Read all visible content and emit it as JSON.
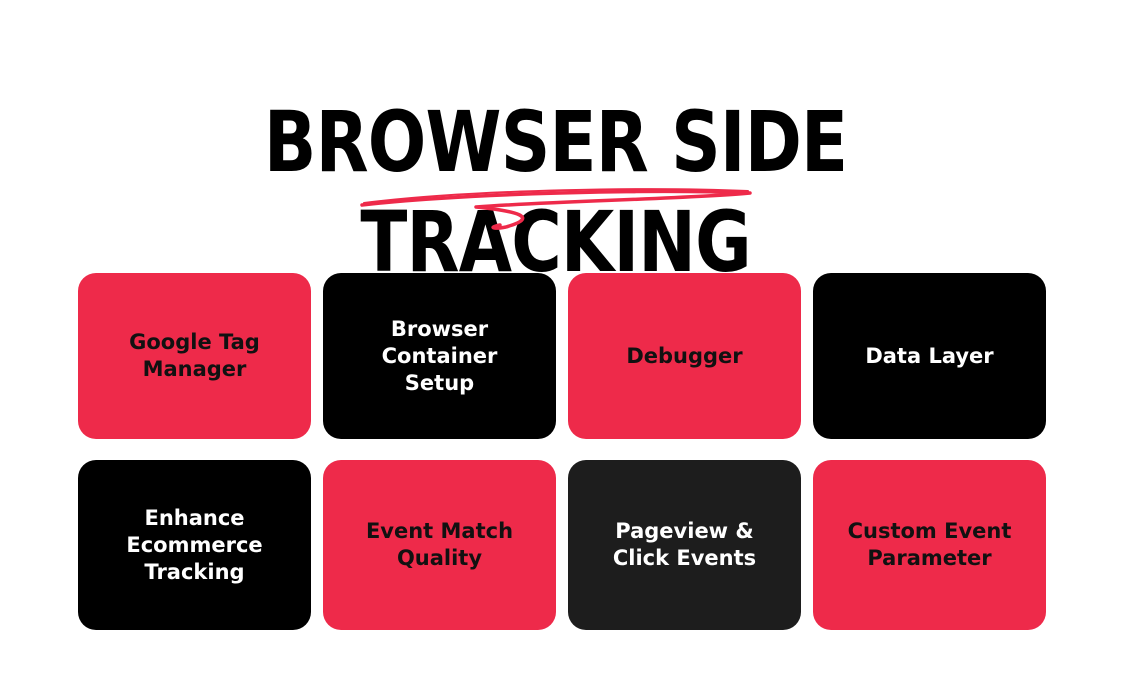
{
  "title": "BROWSER SIDE TRACKING",
  "colors": {
    "accent": "#ee2a4a",
    "black": "#000000",
    "dark": "#1d1d1d",
    "background": "#ffffff"
  },
  "cards": [
    {
      "label": "Google Tag\nManager",
      "style": "red"
    },
    {
      "label": "Browser\nContainer\nSetup",
      "style": "black"
    },
    {
      "label": "Debugger",
      "style": "red"
    },
    {
      "label": "Data Layer",
      "style": "black"
    },
    {
      "label": "Enhance\nEcommerce\nTracking",
      "style": "black"
    },
    {
      "label": "Event Match\nQuality",
      "style": "red"
    },
    {
      "label": "Pageview &\nClick Events",
      "style": "dark"
    },
    {
      "label": "Custom Event\nParameter",
      "style": "red"
    }
  ]
}
